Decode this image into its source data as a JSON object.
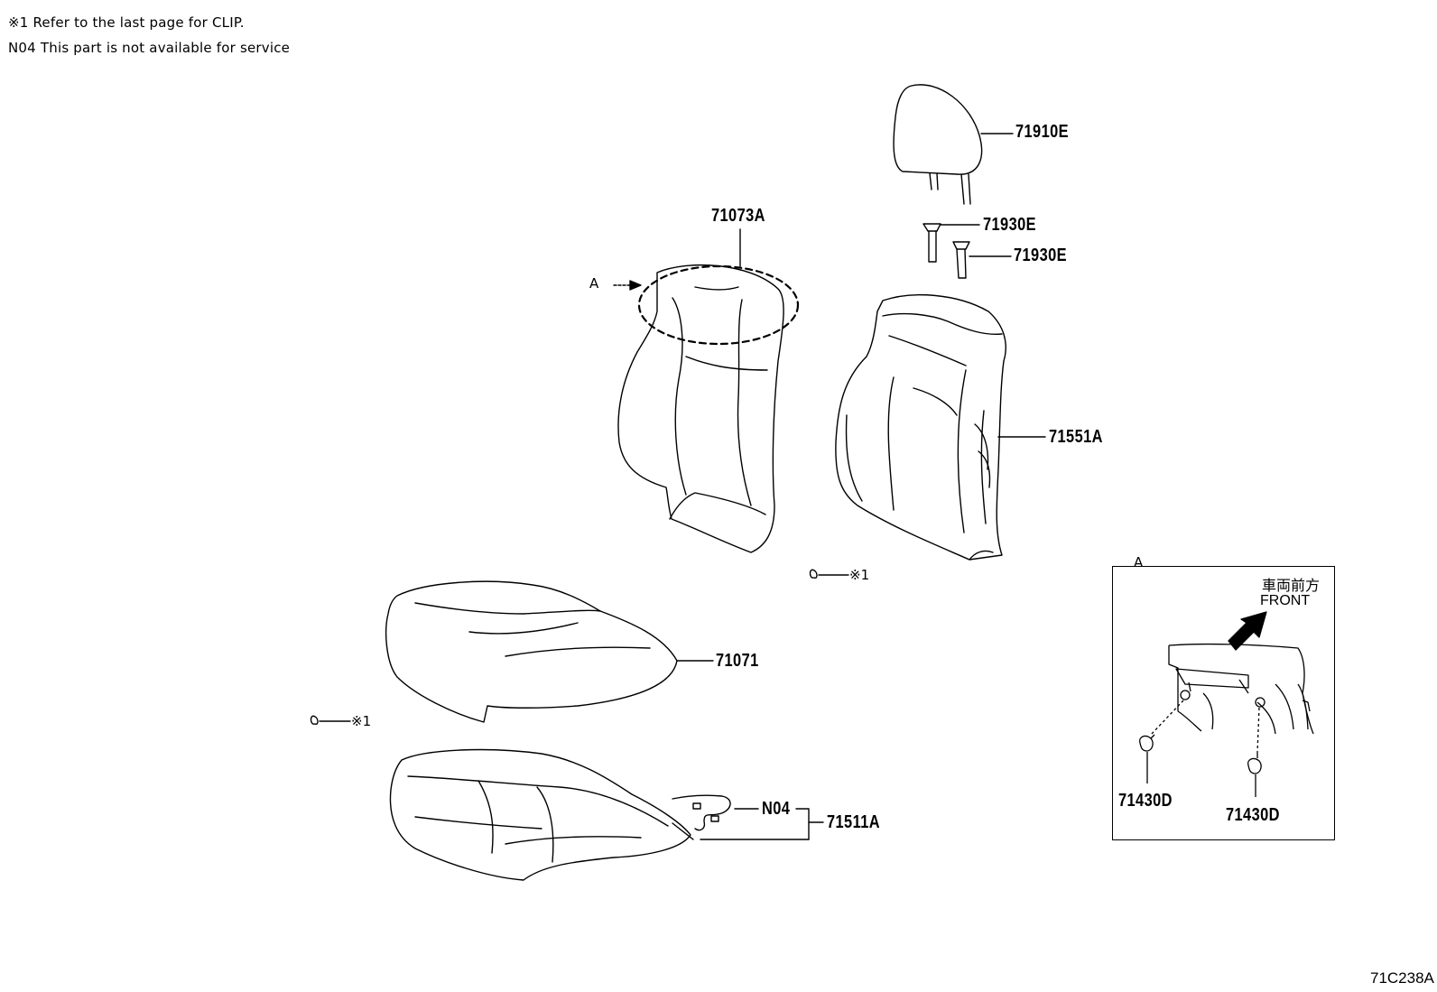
{
  "notes": [
    "※1 Refer to the last page for CLIP.",
    "N04 This part is not available for service"
  ],
  "parts": {
    "headrest": "71910E",
    "support_1": "71930E",
    "support_2": "71930E",
    "back_cover": "71073A",
    "back_pad": "71551A",
    "cushion_cover": "71071",
    "cushion_pad": "71511A",
    "heater_harness": "N04",
    "clip_1": "※1",
    "clip_2": "※1",
    "detail_clip_1": "71430D",
    "detail_clip_2": "71430D"
  },
  "view_ref": {
    "arrow_label": "A",
    "detail_label": "A"
  },
  "detail": {
    "direction_jp": "車両前方",
    "direction_en": "FRONT"
  },
  "drawing_number": "71C238A"
}
